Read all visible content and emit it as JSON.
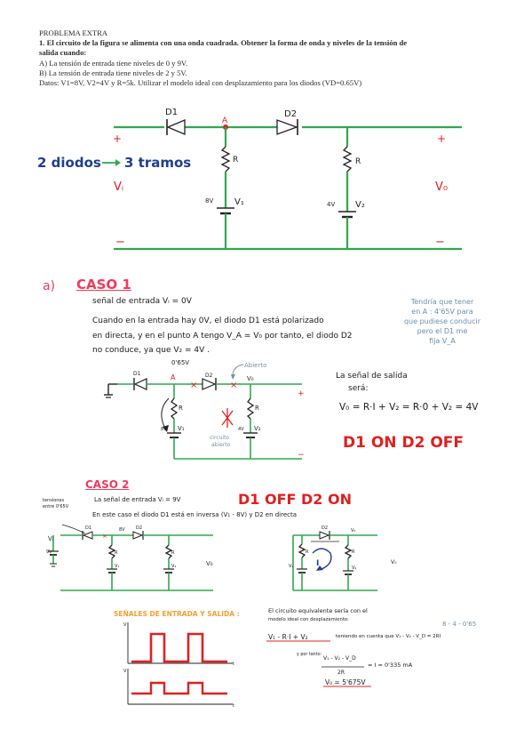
{
  "header": {
    "title": "PROBLEMA EXTRA",
    "line1": "1. El circuito de la figura se alimenta con una onda cuadrada. Obtener la forma de onda y niveles de la tensión de",
    "line2": "salida cuando:",
    "line3": "A) La tensión de entrada tiene niveles de 0 y 9V.",
    "line4": "B) La tensión de entrada tiene niveles de 2 y 5V.",
    "line5": "Datos: V1=8V, V2=4V y R=5k. Utilizar el modelo ideal con desplazamiento para los diodos (VD=0.65V)"
  },
  "main_circuit": {
    "d1": "D1",
    "d2": "D2",
    "node_a": "A",
    "r1": "R",
    "r2": "R",
    "v1_val": "8V",
    "v1": "V₁",
    "v2_val": "4V",
    "v2": "V₂",
    "plus_left": "+",
    "plus_right": "+",
    "minus_left": "−",
    "minus_right": "−",
    "vi": "Vᵢ",
    "vo": "V₀",
    "note": "2 diodos",
    "note2": "3 tramos"
  },
  "caso1": {
    "label": "a)",
    "title": "CASO 1",
    "signal": "señal de entrada  Vᵢ = 0V",
    "text1": "Cuando en la entrada hay 0V, el diodo D1 está polarizado",
    "text2": "en directa, y en el punto A tengo  V_A = V₀  por tanto, el diodo D2",
    "text3": "no conduce, ya que  V₂ = 4V .",
    "side_note1": "Tendría que tener",
    "side_note2": "en A : 4'65V para",
    "side_note3": "que pudiese conducir",
    "side_note4": "pero el D1 me",
    "side_note5": "fija  V_A",
    "circuit": {
      "v065": "0'65V",
      "abierto": "Abierto",
      "d1": "D1",
      "d2": "D2",
      "a": "A",
      "vo": "V₀",
      "r": "R",
      "v1_val": "8V",
      "v1": "V₁",
      "v2_val": "4V",
      "v2": "V₂",
      "cerrado1": "circuito",
      "cerrado2": "abierto",
      "plus": "+",
      "minus": "−"
    },
    "out1": "La señal de salida",
    "out2": "será:",
    "eq": "V₀ = R·I + V₂ = R·0 + V₂ = 4V",
    "result": "D1 ON   D2 OFF"
  },
  "caso2": {
    "title": "CASO 2",
    "result": "D1 OFF   D2 ON",
    "signal": "La señal de entrada  Vᵢ = 9V",
    "text1": "En este caso el diodo D1 está en inversa (V₁ - 8V) y D2 en directa",
    "side1": "tensiones",
    "side2": "entre 0'65V",
    "circuit": {
      "d1": "D1",
      "d2": "D2",
      "n8v": "8V",
      "vo": "V₀",
      "r": "R",
      "v1": "V₁",
      "v2": "V₂",
      "vi": "Vᵢ",
      "n9v": "9V",
      "i": "I"
    },
    "signals_title": "SEÑALES DE ENTRADA Y SALIDA :",
    "axis_v": "V",
    "axis_t": "t",
    "eq_text1": "El circuito equivalente sería con el",
    "eq_text2": "modelo ideal con desplazamiento:",
    "calc_top": "8 - 4 - 0'65",
    "eq1": "V₁ - R·I + V₂",
    "eq1b": "teniendo en cuenta que  V₁ - V₂ - V_D = 2RI",
    "por_tanto": "y por tanto:",
    "frac_num": "V₁ - V₂ - V_D",
    "frac_den": "2R",
    "frac_res": "= I = 0'335 mA",
    "eq_final": "V₀ = 5'675V"
  }
}
